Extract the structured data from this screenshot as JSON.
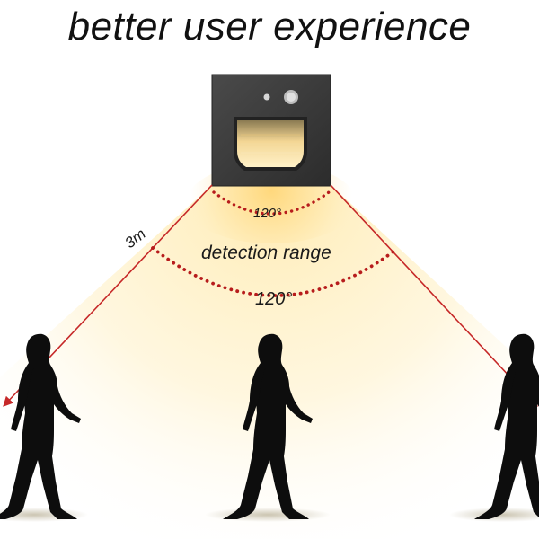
{
  "headline": "better user experience",
  "labels": {
    "angle_near": "120°",
    "angle_far": "120°",
    "detection": "detection range",
    "distance": "3m"
  },
  "colors": {
    "light_glow": "#fff3c2",
    "beam_line": "#c62828",
    "arc_dots": "#b71c1c",
    "fixture_body": "#3a3a3a",
    "fixture_lamp": "#f3d694",
    "silhouette": "#0d0d0d"
  },
  "icons": {
    "fixture": "stair-light-fixture-icon",
    "sensor": "motion-sensor-icon",
    "person": "walking-woman-silhouette"
  }
}
